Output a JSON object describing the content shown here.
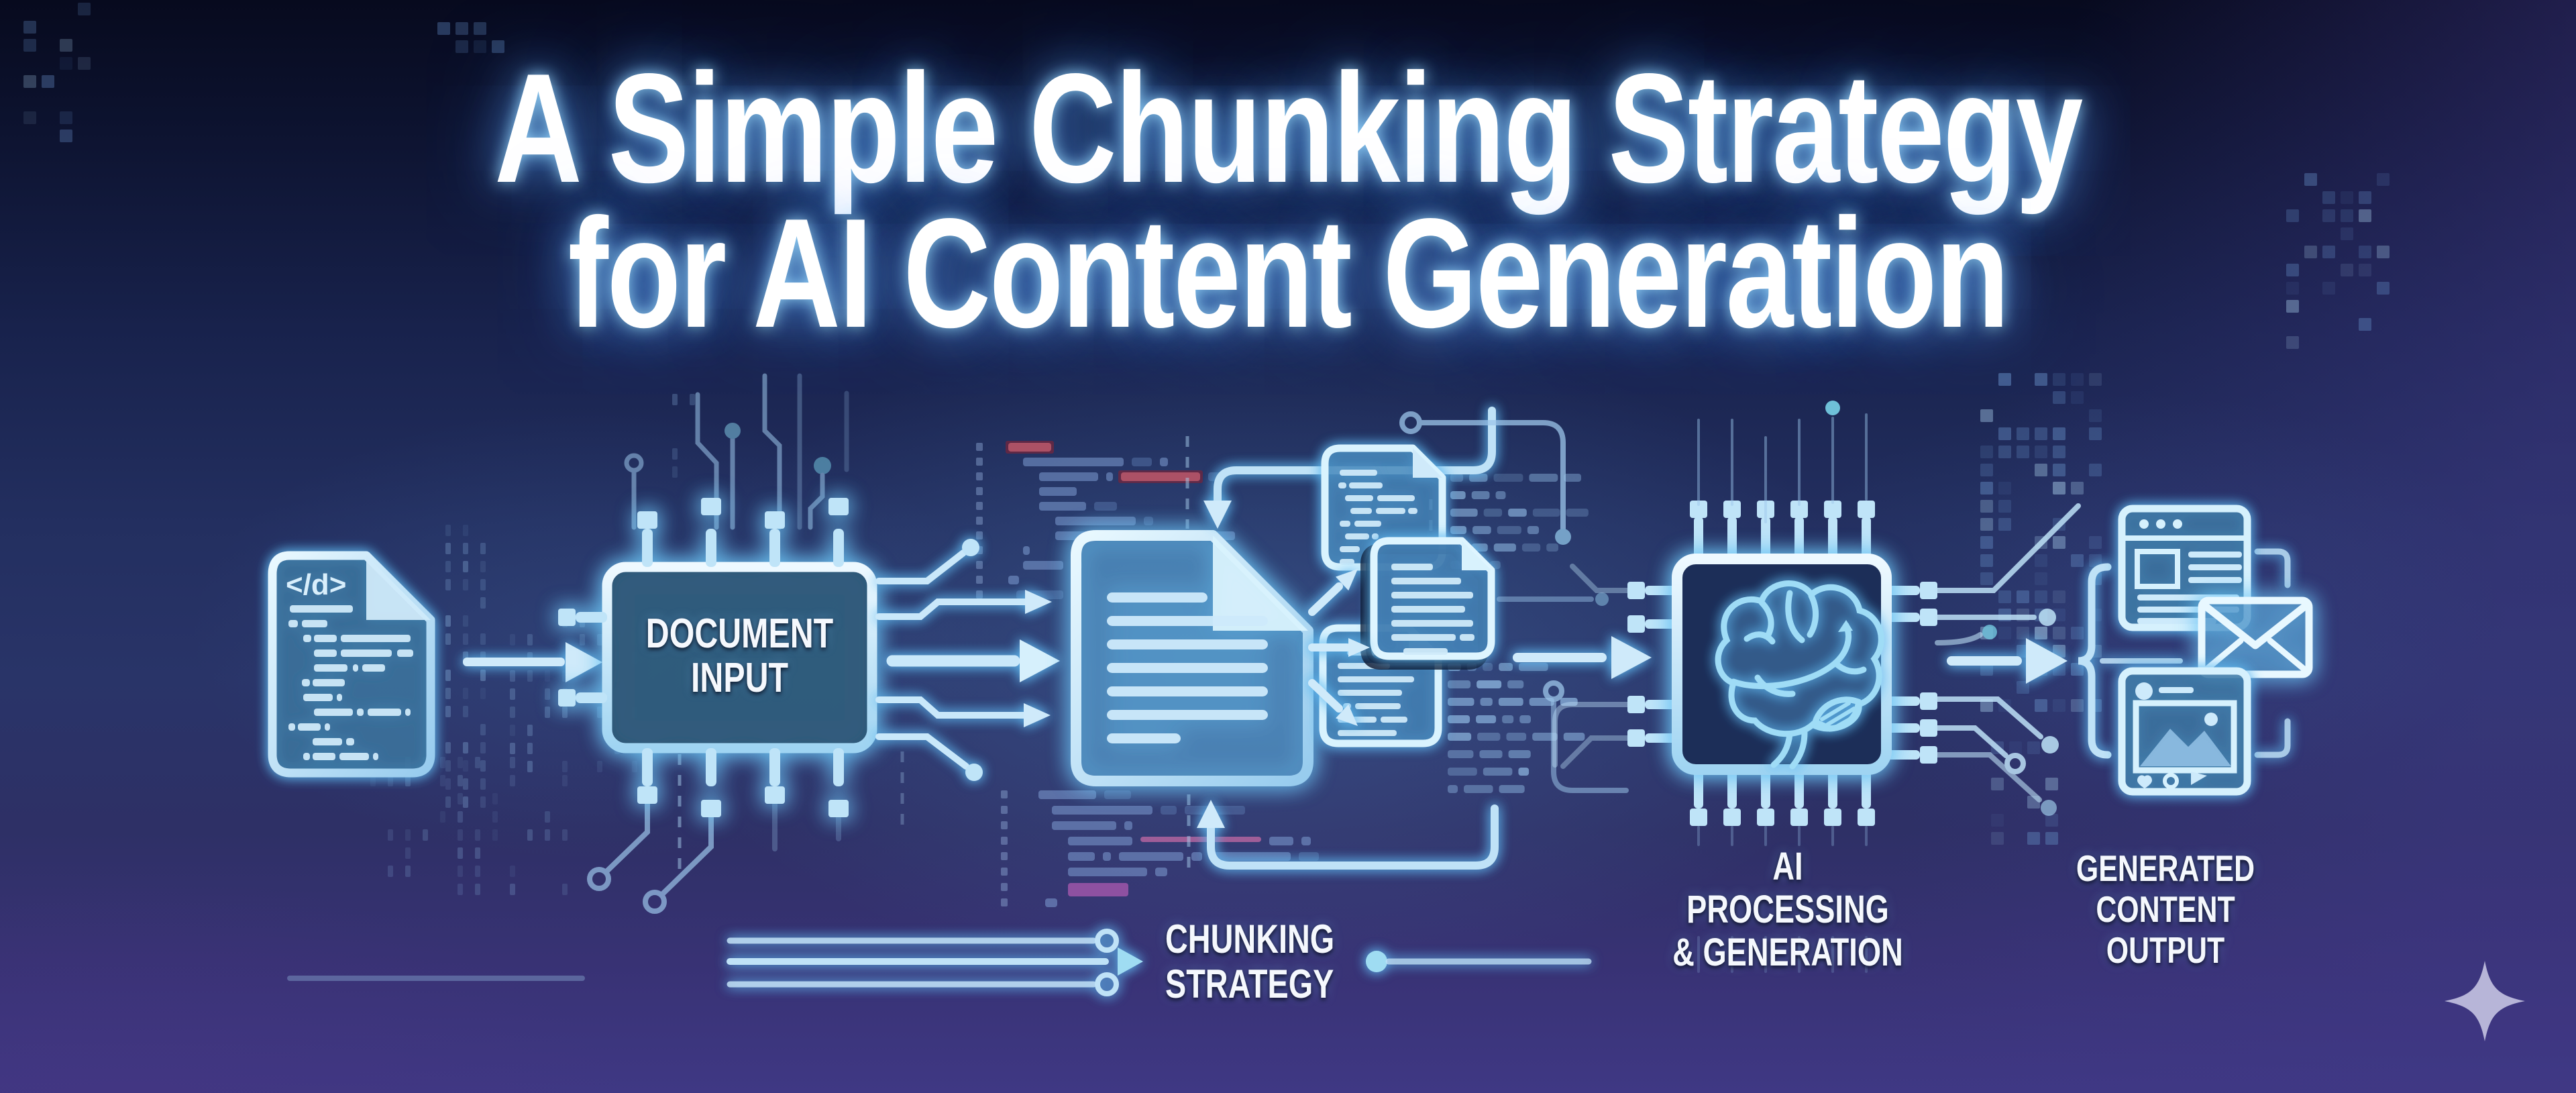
{
  "title": {
    "line1": "A Simple Chunking Strategy",
    "line2": "for AI Content Generation"
  },
  "stages": {
    "document_input": {
      "label_line1": "DOCUMENT",
      "label_line2": "INPUT"
    },
    "chunking_strategy": {
      "label_line1": "CHUNKING",
      "label_line2": "STRATEGY"
    },
    "ai_processing": {
      "label_line1": "AI PROCESSING",
      "label_line2": "& GENERATION"
    },
    "generated_output": {
      "label_line1": "GENERATED",
      "label_line2": "CONTENT OUTPUT"
    }
  },
  "icons": {
    "code_document": {
      "name": "code-document-icon",
      "glyph": "</d>"
    },
    "document": {
      "name": "document-icon"
    },
    "chunks": {
      "name": "chunk-documents-icon"
    },
    "ai_chip": {
      "name": "brain-chip-icon"
    },
    "browser": {
      "name": "browser-window-icon"
    },
    "email": {
      "name": "email-envelope-icon"
    },
    "social": {
      "name": "social-post-icon"
    },
    "sparkle": {
      "name": "sparkle-icon"
    }
  },
  "colors": {
    "background_top": "#070a1e",
    "background_center": "#273467",
    "background_purple": "#3f3884",
    "line_bright": "#d8f1fd",
    "line_main": "#a8d8f4",
    "line_dim": "#6f9dd0",
    "glow": "#5fb9f0",
    "teal_node": "#5fc2d4",
    "text": "#f5f8fd",
    "sparkle": "#b7b5d8"
  }
}
